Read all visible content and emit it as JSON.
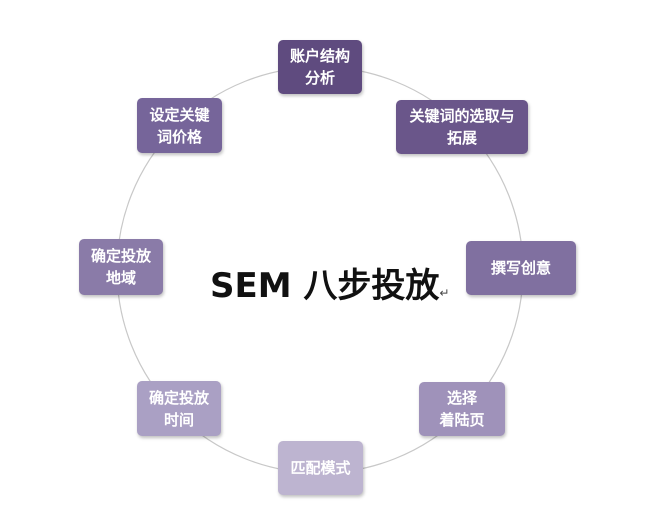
{
  "title": "SEM 八步投放",
  "title_mark": "↵",
  "steps": [
    {
      "line1": "账户结构",
      "line2": "分析",
      "color": "#5f4b7f"
    },
    {
      "line1": "关键词的选取与",
      "line2": "拓展",
      "color": "#6a568a"
    },
    {
      "line1": "撰写创意",
      "line2": "",
      "color": "#8070a0"
    },
    {
      "line1": "选择",
      "line2": "着陆页",
      "color": "#9f92ba"
    },
    {
      "line1": "匹配模式",
      "line2": "",
      "color": "#bdb4d0"
    },
    {
      "line1": "确定投放",
      "line2": "时间",
      "color": "#aaa0c4"
    },
    {
      "line1": "确定投放",
      "line2": "地域",
      "color": "#8a7ba8"
    },
    {
      "line1": "设定关键",
      "line2": "词价格",
      "color": "#76659a"
    }
  ],
  "ring_color": "#c8c8c8"
}
